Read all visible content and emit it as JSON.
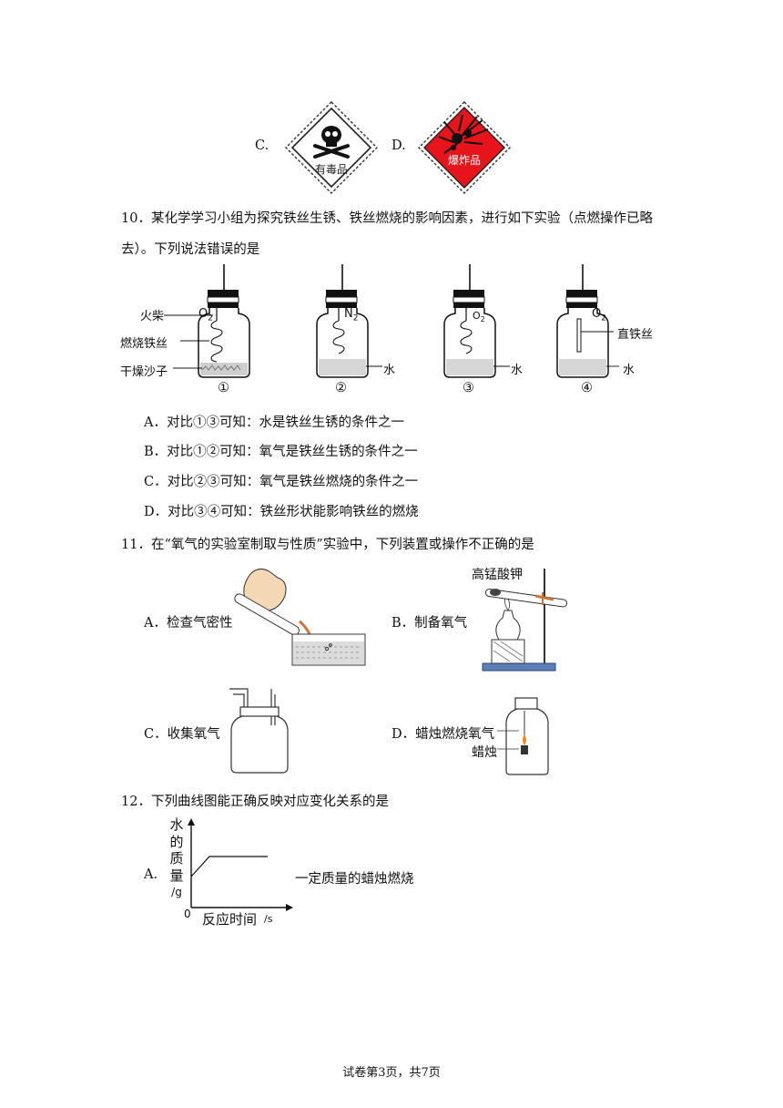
{
  "q9": {
    "option_c": "C.",
    "option_d": "D.",
    "sign_c_text": "有毒品",
    "sign_d_text": "爆炸品",
    "sign_d_color": "#e8141b"
  },
  "q10": {
    "stem_line1": "10．某化学学习小组为探究铁丝生锈、铁丝燃烧的影响因素，进行如下实验（点燃操作已略",
    "stem_line2": "去）。下列说法错误的是",
    "labels": {
      "match": "火柴",
      "burning_wire": "燃烧铁丝",
      "dry_sand": "干燥沙子",
      "water": "水",
      "straight_wire": "直铁丝",
      "o2": "O",
      "n2": "N",
      "sub2": "2"
    },
    "bottle_numbers": [
      "①",
      "②",
      "③",
      "④"
    ],
    "options": [
      "A．对比①③可知：水是铁丝生锈的条件之一",
      "B．对比①②可知：氧气是铁丝生锈的条件之一",
      "C．对比②③可知：氧气是铁丝燃烧的条件之一",
      "D．对比③④可知：铁丝形状能影响铁丝的燃烧"
    ]
  },
  "q11": {
    "stem": "11．在“氧气的实验室制取与性质”实验中，下列装置或操作不正确的是",
    "option_a": "A．检查气密性",
    "option_b": "B．制备氧气",
    "option_c": "C．收集氧气",
    "option_d": "D．蜡烛燃烧氧气",
    "label_kmno4": "高锰酸钾",
    "label_candle": "蜡烛"
  },
  "q12": {
    "stem": "12．下列曲线图能正确反映对应变化关系的是",
    "option_a": "A.",
    "ylabel": [
      "水",
      "的",
      "质",
      "量",
      "/g"
    ],
    "xlabel": "反应时间",
    "xunit": "/s",
    "origin": "0",
    "caption": "一定质量的蜡烛燃烧"
  },
  "footer": "试卷第3页，共7页"
}
